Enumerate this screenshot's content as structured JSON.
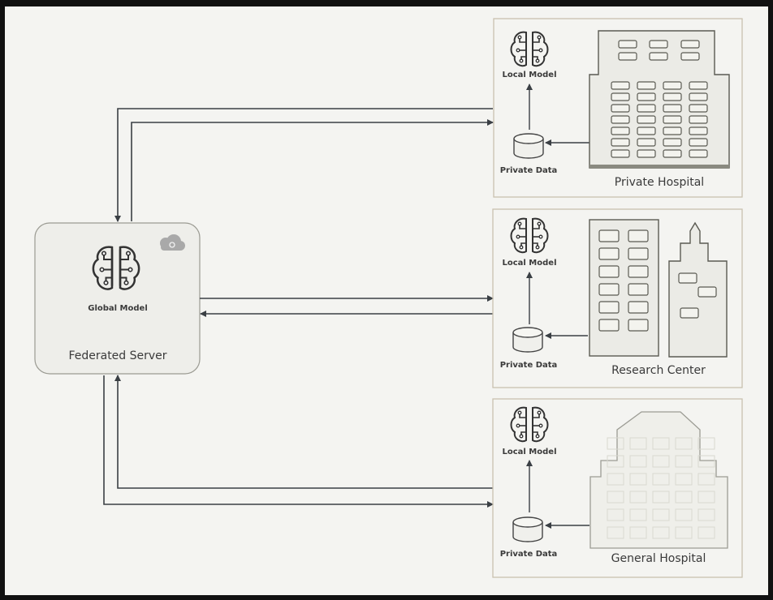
{
  "server": {
    "title": "Federated Server",
    "model_label": "Global Model",
    "icon": "brain-circuit-icon",
    "badge_icon": "cloud-icon"
  },
  "sites": [
    {
      "name": "Private Hospital",
      "model_label": "Local Model",
      "data_label": "Private Data"
    },
    {
      "name": "Research Center",
      "model_label": "Local Model",
      "data_label": "Private Data"
    },
    {
      "name": "General Hospital",
      "model_label": "Local Model",
      "data_label": "Private Data"
    }
  ],
  "colors": {
    "background": "#f4f4f1",
    "frame": "#111111",
    "panel_border": "#c9c1ae",
    "server_fill": "#eeeeea",
    "arrow": "#3a3f44",
    "building_fill": "#ebebe6",
    "building_stroke": "#5a5a52",
    "window_fill": "#f3f3ee",
    "accent_gray": "#a9a9a9"
  }
}
